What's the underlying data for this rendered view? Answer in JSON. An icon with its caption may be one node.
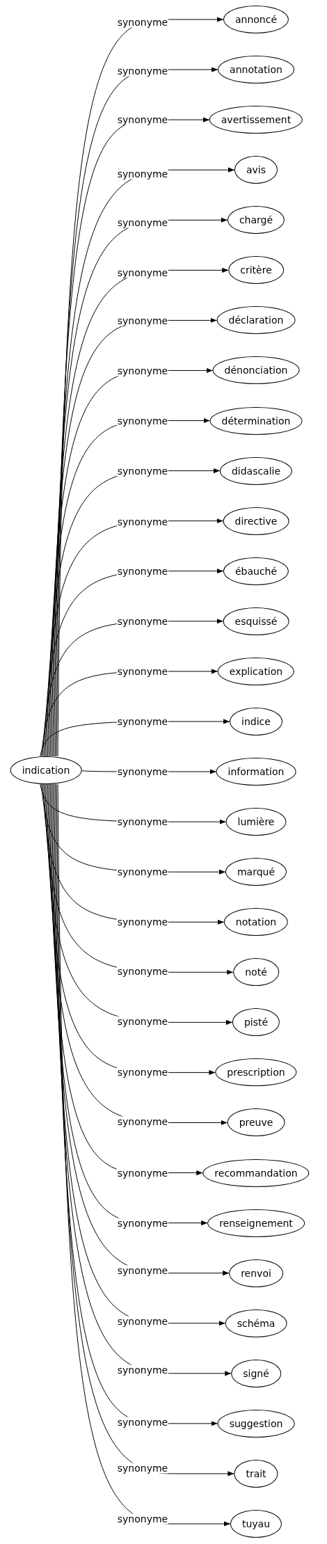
{
  "diagram": {
    "nodes": [
      {
        "text": [
          "indication"
        ]
      },
      {
        "text": [
          "annoncé"
        ]
      },
      {
        "text": [
          "annotation"
        ]
      },
      {
        "text": [
          "avertissement"
        ]
      },
      {
        "text": [
          "avis"
        ]
      },
      {
        "text": [
          "chargé"
        ]
      },
      {
        "text": [
          "critère"
        ]
      },
      {
        "text": [
          "déclaration"
        ]
      },
      {
        "text": [
          "dénonciation"
        ]
      },
      {
        "text": [
          "détermination"
        ]
      },
      {
        "text": [
          "didascalie"
        ]
      },
      {
        "text": [
          "directive"
        ]
      },
      {
        "text": [
          "ébauché"
        ]
      },
      {
        "text": [
          "esquissé"
        ]
      },
      {
        "text": [
          "explication"
        ]
      },
      {
        "text": [
          "indice"
        ]
      },
      {
        "text": [
          "information"
        ]
      },
      {
        "text": [
          "lumière"
        ]
      },
      {
        "text": [
          "marqué"
        ]
      },
      {
        "text": [
          "notation"
        ]
      },
      {
        "text": [
          "noté"
        ]
      },
      {
        "text": [
          "pisté"
        ]
      },
      {
        "text": [
          "prescription"
        ]
      },
      {
        "text": [
          "preuve"
        ]
      },
      {
        "text": [
          "recommandation"
        ]
      },
      {
        "text": [
          "renseignement"
        ]
      },
      {
        "text": [
          "renvoi"
        ]
      },
      {
        "text": [
          "schéma"
        ]
      },
      {
        "text": [
          "signé"
        ]
      },
      {
        "text": [
          "suggestion"
        ]
      },
      {
        "text": [
          "trait"
        ]
      },
      {
        "text": [
          "tuyau"
        ]
      }
    ],
    "edges": [
      {
        "from": 0,
        "to": 1,
        "arrow": "to",
        "label": "synonyme"
      },
      {
        "from": 0,
        "to": 2,
        "arrow": "to",
        "label": "synonyme"
      },
      {
        "from": 0,
        "to": 3,
        "arrow": "to",
        "label": "synonyme"
      },
      {
        "from": 0,
        "to": 4,
        "arrow": "to",
        "label": "synonyme"
      },
      {
        "from": 0,
        "to": 5,
        "arrow": "to",
        "label": "synonyme"
      },
      {
        "from": 0,
        "to": 6,
        "arrow": "to",
        "label": "synonyme"
      },
      {
        "from": 0,
        "to": 7,
        "arrow": "to",
        "label": "synonyme"
      },
      {
        "from": 0,
        "to": 8,
        "arrow": "to",
        "label": "synonyme"
      },
      {
        "from": 0,
        "to": 9,
        "arrow": "to",
        "label": "synonyme"
      },
      {
        "from": 0,
        "to": 10,
        "arrow": "to",
        "label": "synonyme"
      },
      {
        "from": 0,
        "to": 11,
        "arrow": "to",
        "label": "synonyme"
      },
      {
        "from": 0,
        "to": 12,
        "arrow": "to",
        "label": "synonyme"
      },
      {
        "from": 0,
        "to": 13,
        "arrow": "to",
        "label": "synonyme"
      },
      {
        "from": 0,
        "to": 14,
        "arrow": "to",
        "label": "synonyme"
      },
      {
        "from": 0,
        "to": 15,
        "arrow": "to",
        "label": "synonyme"
      },
      {
        "from": 0,
        "to": 16,
        "arrow": "to",
        "label": "synonyme"
      },
      {
        "from": 0,
        "to": 17,
        "arrow": "to",
        "label": "synonyme"
      },
      {
        "from": 0,
        "to": 18,
        "arrow": "to",
        "label": "synonyme"
      },
      {
        "from": 0,
        "to": 19,
        "arrow": "to",
        "label": "synonyme"
      },
      {
        "from": 0,
        "to": 20,
        "arrow": "to",
        "label": "synonyme"
      },
      {
        "from": 0,
        "to": 21,
        "arrow": "to",
        "label": "synonyme"
      },
      {
        "from": 0,
        "to": 22,
        "arrow": "to",
        "label": "synonyme"
      },
      {
        "from": 0,
        "to": 23,
        "arrow": "to",
        "label": "synonyme"
      },
      {
        "from": 0,
        "to": 24,
        "arrow": "to",
        "label": "synonyme"
      },
      {
        "from": 0,
        "to": 25,
        "arrow": "to",
        "label": "synonyme"
      },
      {
        "from": 0,
        "to": 26,
        "arrow": "to",
        "label": "synonyme"
      },
      {
        "from": 0,
        "to": 27,
        "arrow": "to",
        "label": "synonyme"
      },
      {
        "from": 0,
        "to": 28,
        "arrow": "to",
        "label": "synonyme"
      },
      {
        "from": 0,
        "to": 29,
        "arrow": "to",
        "label": "synonyme"
      },
      {
        "from": 0,
        "to": 30,
        "arrow": "to",
        "label": "synonyme"
      },
      {
        "from": 0,
        "to": 31,
        "arrow": "to",
        "label": "synonyme"
      }
    ]
  }
}
